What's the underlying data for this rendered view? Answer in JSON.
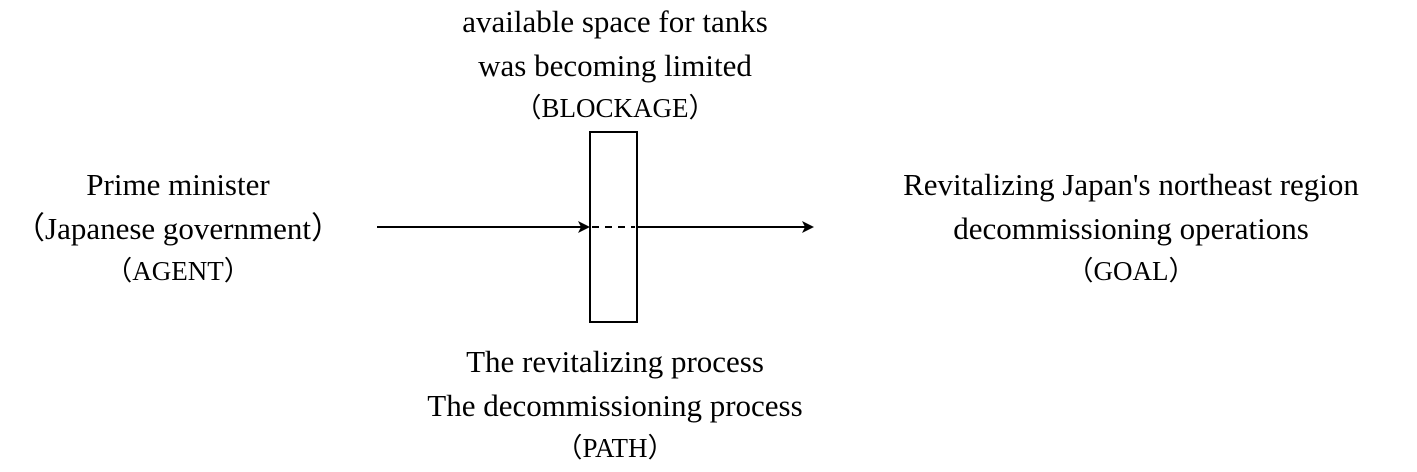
{
  "blockage": {
    "line1": "available space for tanks",
    "line2": "was becoming limited",
    "role": "（BLOCKAGE）"
  },
  "agent": {
    "line1": "Prime minister",
    "line2": "（Japanese government）",
    "role": "（AGENT）"
  },
  "goal": {
    "line1": "Revitalizing Japan's northeast region",
    "line2": "decommissioning operations",
    "role": "（GOAL）"
  },
  "path": {
    "line1": "The revitalizing process",
    "line2": "The decommissioning process",
    "role": "（PATH）"
  },
  "colors": {
    "stroke": "#000000",
    "background": "#ffffff"
  }
}
